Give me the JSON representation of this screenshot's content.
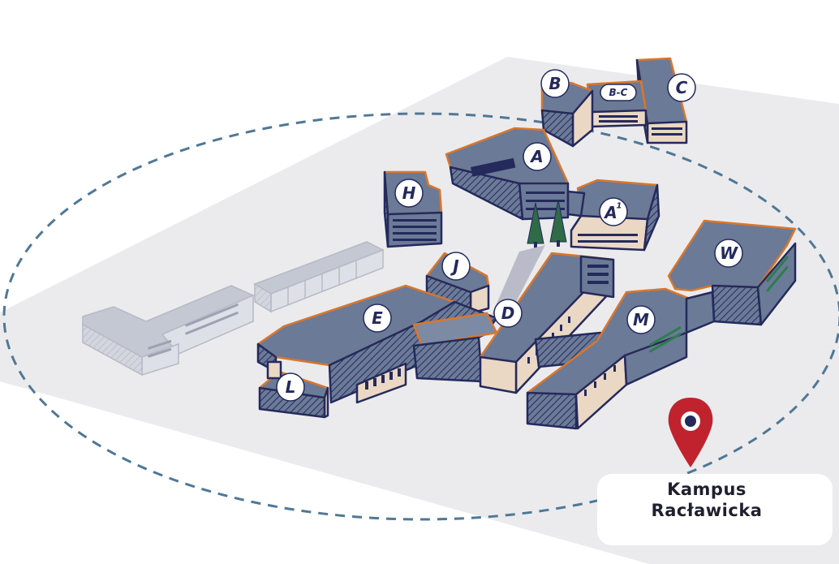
{
  "colors": {
    "roof": "#6b7a97",
    "roof_edge": "#d9772b",
    "outline": "#242a5c",
    "wall": "#ead8c4",
    "pin": "#c0232e",
    "ground": "#ebebed",
    "ring": "#4f7896"
  },
  "buildings": [
    {
      "id": "A",
      "label": "A"
    },
    {
      "id": "A1",
      "label": "A",
      "sup": "1"
    },
    {
      "id": "B",
      "label": "B"
    },
    {
      "id": "BC",
      "label": "B-C"
    },
    {
      "id": "C",
      "label": "C"
    },
    {
      "id": "D",
      "label": "D"
    },
    {
      "id": "E",
      "label": "E"
    },
    {
      "id": "H",
      "label": "H"
    },
    {
      "id": "J",
      "label": "J"
    },
    {
      "id": "L",
      "label": "L"
    },
    {
      "id": "M",
      "label": "M"
    },
    {
      "id": "W",
      "label": "W"
    }
  ],
  "campus": {
    "line1": "Kampus",
    "line2": "Racławicka",
    "pin_icon": "map-pin-icon"
  }
}
